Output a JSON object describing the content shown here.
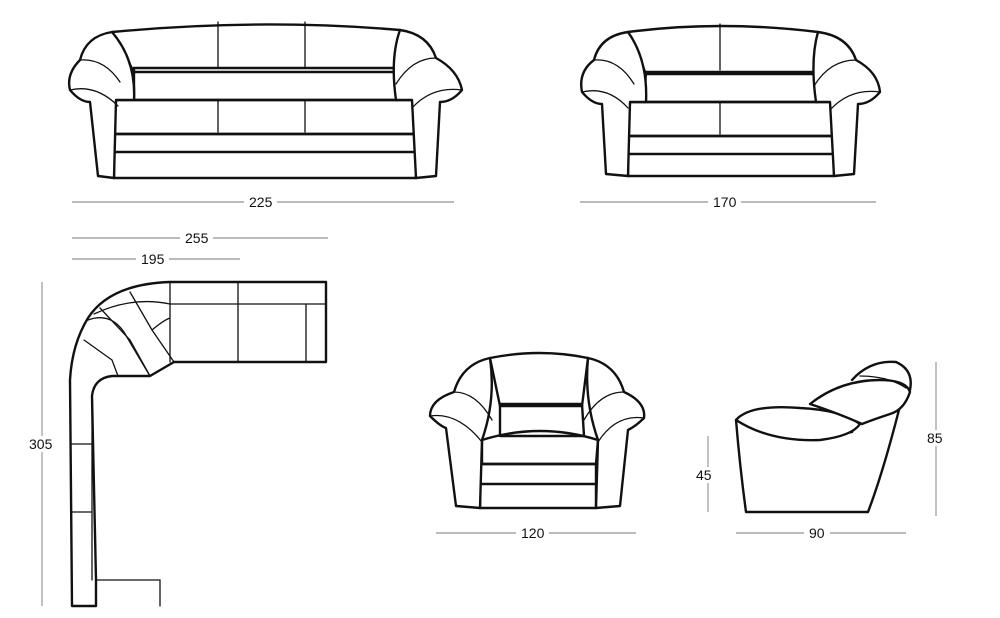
{
  "dimensions": {
    "sofa3_width": "225",
    "sofa2_width": "170",
    "corner_total_width": "255",
    "corner_inner_width": "195",
    "corner_depth": "305",
    "armchair_width": "120",
    "armchair_side_depth": "90",
    "armchair_seat_height": "45",
    "armchair_total_height": "85"
  }
}
